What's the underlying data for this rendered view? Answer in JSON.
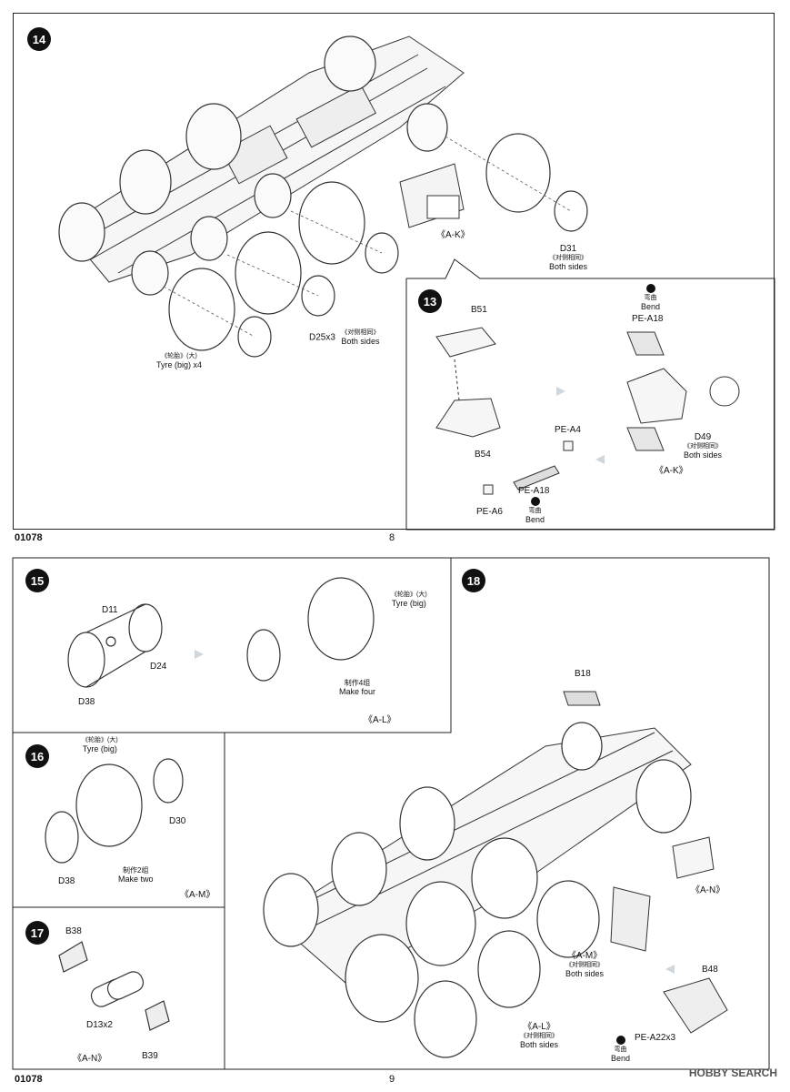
{
  "page8": {
    "number": "8",
    "code": "01078",
    "step14": {
      "num": "14",
      "tyre": {
        "cn": "《轮胎》(大)",
        "en": "Tyre (big)",
        "qty": "x4"
      },
      "d25": {
        "part": "D25x3",
        "cn": "《对侧相同》",
        "en": "Both sides"
      },
      "d31": {
        "part": "D31",
        "cn": "《对侧相同》",
        "en": "Both sides"
      },
      "ref": "《A-K》"
    },
    "step13": {
      "num": "13",
      "b51": "B51",
      "b54": "B54",
      "bend_top": {
        "cn": "弯曲",
        "en": "Bend"
      },
      "pe_a18_top": "PE-A18",
      "d49": {
        "part": "D49",
        "cn": "《对侧相同》",
        "en": "Both sides"
      },
      "pe_a4": "PE-A4",
      "pe_a18": "PE-A18",
      "pe_a6": "PE-A6",
      "bend_bottom": {
        "cn": "弯曲",
        "en": "Bend"
      },
      "ref": "《A-K》"
    }
  },
  "page9": {
    "number": "9",
    "code": "01078",
    "step15": {
      "num": "15",
      "d11": "D11",
      "d24": "D24",
      "d38": "D38",
      "tyre": {
        "cn": "《轮胎》(大)",
        "en": "Tyre (big)"
      },
      "make": {
        "cn": "制作4组",
        "en": "Make four"
      },
      "ref": "《A-L》"
    },
    "step16": {
      "num": "16",
      "tyre": {
        "cn": "《轮胎》(大)",
        "en": "Tyre (big)"
      },
      "d30": "D30",
      "d38": "D38",
      "make": {
        "cn": "制作2组",
        "en": "Make two"
      },
      "ref": "《A-M》"
    },
    "step17": {
      "num": "17",
      "b38": "B38",
      "d13": "D13x2",
      "b39": "B39",
      "ref": "《A-N》"
    },
    "step18": {
      "num": "18",
      "b18": "B18",
      "an": "《A-N》",
      "am": {
        "ref": "《A-M》",
        "cn": "《对侧相同》",
        "en": "Both sides"
      },
      "al": {
        "ref": "《A-L》",
        "cn": "《对侧相同》",
        "en": "Both sides"
      },
      "b48": "B48",
      "pe_a22": "PE-A22x3",
      "bend": {
        "cn": "弯曲",
        "en": "Bend"
      }
    }
  },
  "watermark": "HOBBY SEARCH"
}
